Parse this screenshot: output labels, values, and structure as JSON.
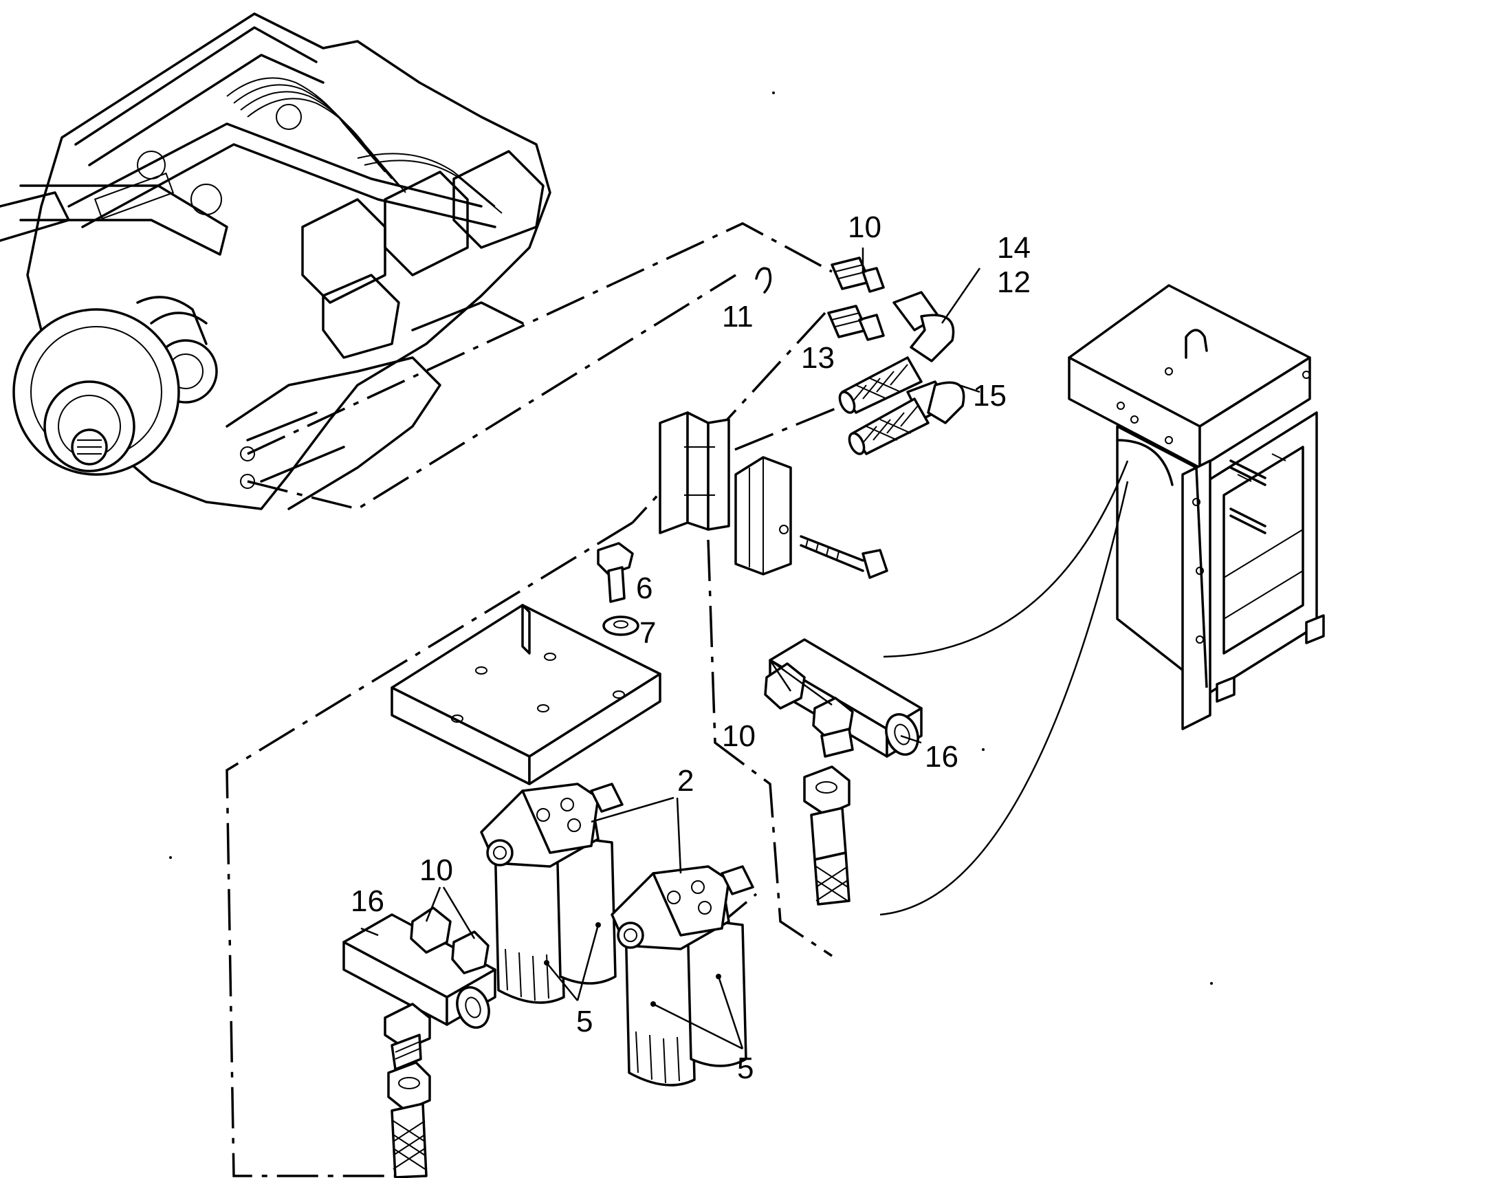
{
  "callouts": [
    {
      "id": "c10a",
      "label": "10"
    },
    {
      "id": "c14",
      "label": "14"
    },
    {
      "id": "c12",
      "label": "12"
    },
    {
      "id": "c11",
      "label": "11"
    },
    {
      "id": "c13",
      "label": "13"
    },
    {
      "id": "c15",
      "label": "15"
    },
    {
      "id": "c6",
      "label": "6"
    },
    {
      "id": "c7",
      "label": "7"
    },
    {
      "id": "c10b",
      "label": "10"
    },
    {
      "id": "c16a",
      "label": "16"
    },
    {
      "id": "c2",
      "label": "2"
    },
    {
      "id": "c10c",
      "label": "10"
    },
    {
      "id": "c16b",
      "label": "16"
    },
    {
      "id": "c5a",
      "label": "5"
    },
    {
      "id": "c5b",
      "label": "5"
    }
  ]
}
